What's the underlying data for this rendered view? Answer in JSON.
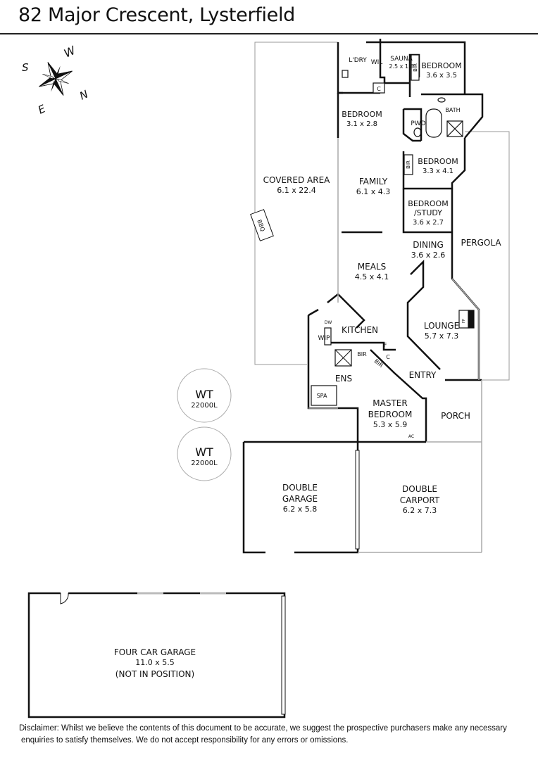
{
  "document": {
    "title": "82 Major Crescent, Lysterfield",
    "disclaimer_line1": "Disclaimer: Whilst we believe the contents of this document to be accurate, we suggest the prospective purchasers make any necessary",
    "disclaimer_line2": "enquiries to satisfy themselves. We do not accept responsibility for any errors or omissions."
  },
  "compass": {
    "icon": "compass-rose-icon",
    "north": "N",
    "south": "S",
    "east": "E",
    "west": "W"
  },
  "rooms": {
    "ldry": {
      "name": "L'DRY"
    },
    "wil": {
      "name": "WIL"
    },
    "sauna": {
      "name": "SAUNA",
      "size": "2.5 x 1.8"
    },
    "bir1": {
      "name": "BIR"
    },
    "bedroom_ne": {
      "name": "BEDROOM",
      "size": "3.6 x 3.5"
    },
    "cupboard1": {
      "name": "C"
    },
    "bedroom_n": {
      "name": "BEDROOM",
      "size": "3.1 x 2.8"
    },
    "bath": {
      "name": "BATH"
    },
    "pwd": {
      "name": "PWD"
    },
    "bedroom_e": {
      "name": "BEDROOM",
      "size": "3.3 x 4.1"
    },
    "bir2": {
      "name": "BIR"
    },
    "covered_area": {
      "name": "COVERED AREA",
      "size": "6.1 x 22.4"
    },
    "bbq": {
      "name": "BBQ"
    },
    "family": {
      "name": "FAMILY",
      "size": "6.1 x 4.3"
    },
    "study": {
      "name": "BEDROOM",
      "name2": "/STUDY",
      "size": "3.6 x 2.7"
    },
    "dining": {
      "name": "DINING",
      "size": "3.6 x 2.6"
    },
    "pergola": {
      "name": "PERGOLA"
    },
    "meals": {
      "name": "MEALS",
      "size": "4.5 x 4.1"
    },
    "kitchen": {
      "name": "KITCHEN"
    },
    "dw": {
      "name": "DW"
    },
    "wip": {
      "name": "WIP"
    },
    "fridge": {
      "name": "F"
    },
    "cupboard2": {
      "name": "C"
    },
    "bir3": {
      "name": "BIR"
    },
    "bir4": {
      "name": "BIR"
    },
    "lounge": {
      "name": "LOUNGE",
      "size": "5.7 x 7.3"
    },
    "fireplace": {
      "name": "FP"
    },
    "entry": {
      "name": "ENTRY"
    },
    "ens": {
      "name": "ENS"
    },
    "spa": {
      "name": "SPA"
    },
    "master": {
      "name": "MASTER",
      "name2": "BEDROOM",
      "size": "5.3 x 5.9"
    },
    "ac": {
      "name": "AC"
    },
    "porch": {
      "name": "PORCH"
    },
    "double_garage": {
      "name": "DOUBLE",
      "name2": "GARAGE",
      "size": "6.2 x 5.8"
    },
    "double_carport": {
      "name": "DOUBLE",
      "name2": "CARPORT",
      "size": "6.2 x 7.3"
    },
    "four_car_garage": {
      "name": "FOUR CAR GARAGE",
      "size": "11.0 x 5.5",
      "note": "(NOT IN POSITION)"
    }
  },
  "water_tanks": [
    {
      "name": "WT",
      "capacity": "22000L"
    },
    {
      "name": "WT",
      "capacity": "22000L"
    }
  ]
}
